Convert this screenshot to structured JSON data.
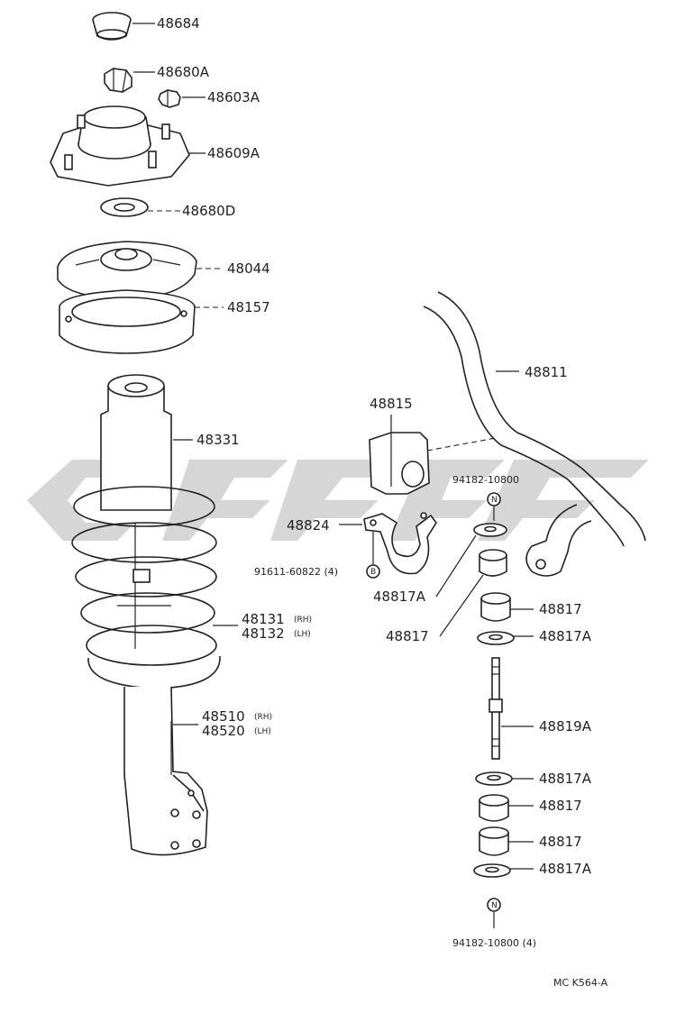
{
  "parts": {
    "p48684": "48684",
    "p48680A": "48680A",
    "p48603A": "48603A",
    "p48609A": "48609A",
    "p48680D": "48680D",
    "p48044": "48044",
    "p48157": "48157",
    "p48331": "48331",
    "p48131": "48131",
    "p48132": "48132",
    "p48510": "48510",
    "p48520": "48520",
    "p48811": "48811",
    "p48815": "48815",
    "p94182_top": "94182-10800",
    "p48824": "48824",
    "p91611": "91611-60822 (4)",
    "p48817A_left": "48817A",
    "p48817_left": "48817",
    "p48817_r1": "48817",
    "p48817A_r1": "48817A",
    "p48819A": "48819A",
    "p48817A_r2": "48817A",
    "p48817_r2": "48817",
    "p48817_r3": "48817",
    "p48817A_r3": "48817A",
    "p94182_bottom": "94182-10800 (4)"
  },
  "side": {
    "rh": "(RH)",
    "lh": "(LH)"
  },
  "symbols": {
    "nut": "N",
    "bolt": "B"
  },
  "figure_code": "MC  K564-A",
  "watermark_color": "#c8c8c8"
}
